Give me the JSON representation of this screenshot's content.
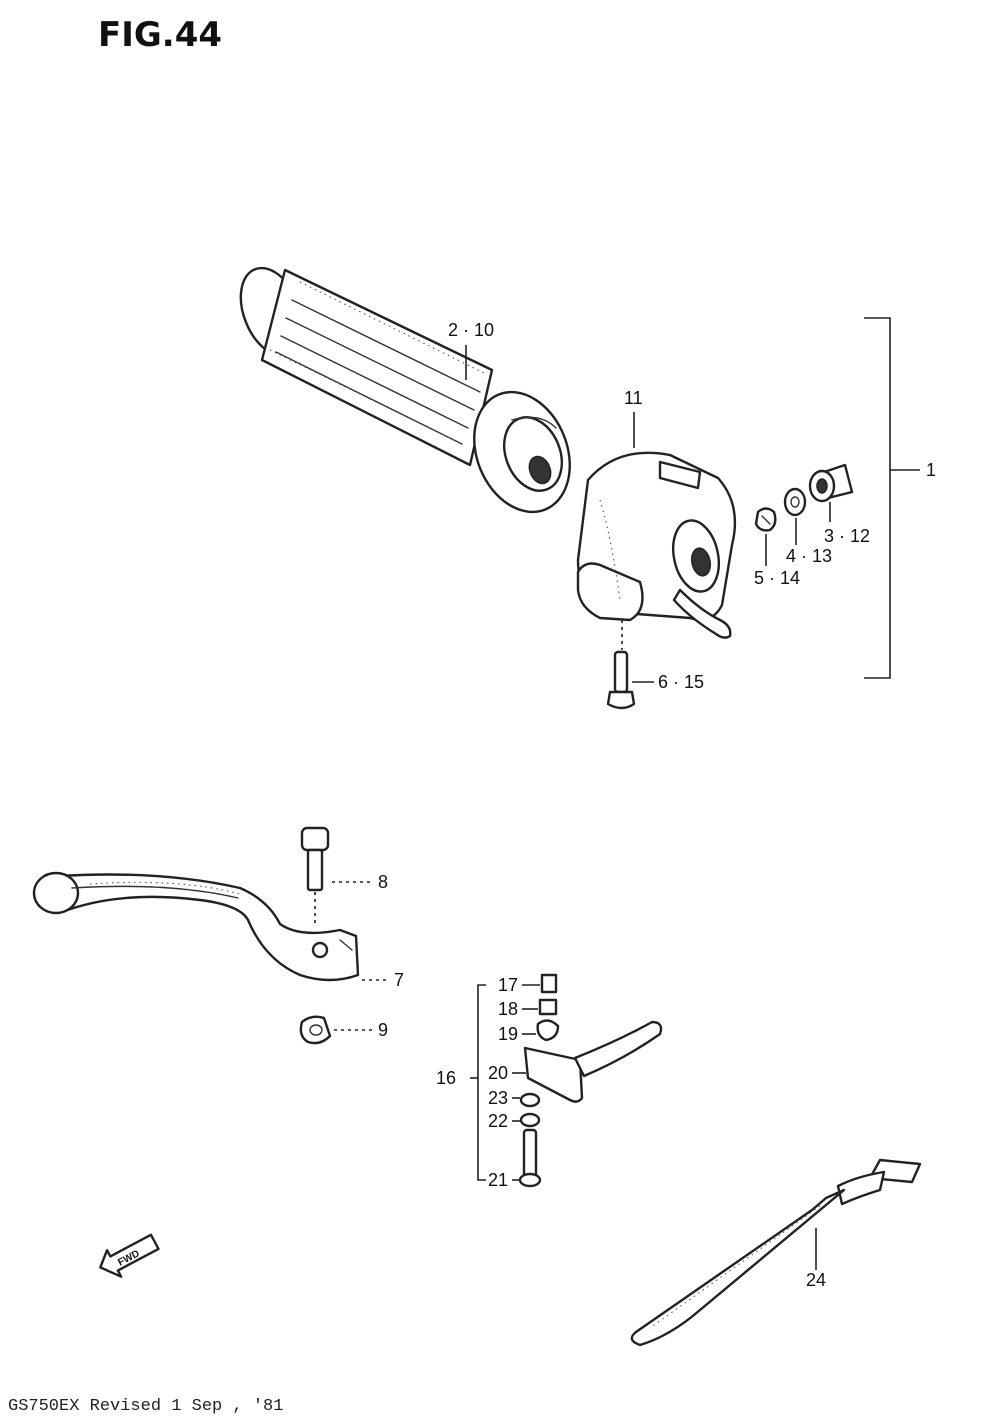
{
  "figure": {
    "title": "FIG.44"
  },
  "callouts": {
    "p2_10": "2 · 10",
    "p11": "11",
    "p1": "1",
    "p3_12": "3 · 12",
    "p4_13": "4 · 13",
    "p5_14": "5 · 14",
    "p6_15": "6 · 15",
    "p8": "8",
    "p7": "7",
    "p9": "9",
    "p16": "16",
    "p17": "17",
    "p18": "18",
    "p19": "19",
    "p20": "20",
    "p23": "23",
    "p22": "22",
    "p21": "21",
    "p24": "24"
  },
  "fwd_label": "FWD",
  "footer": {
    "text": "GS750EX   Revised 1 Sep , '81"
  }
}
